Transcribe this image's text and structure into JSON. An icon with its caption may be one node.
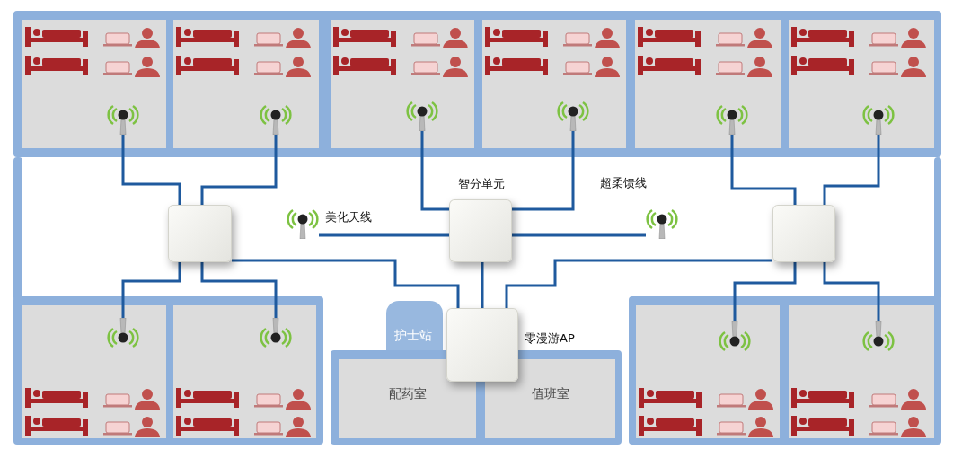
{
  "diagram": {
    "nodes": [
      {
        "text": [],
        "shape": "box"
      },
      {
        "text": [],
        "shape": "picture",
        "in": 0
      },
      {
        "text": [],
        "shape": "box"
      },
      {
        "text": [],
        "shape": "picture",
        "in": 2
      },
      {
        "text": [],
        "shape": "box"
      },
      {
        "text": [],
        "shape": "picture",
        "in": 4
      },
      {
        "text": [],
        "shape": "box"
      },
      {
        "text": [],
        "shape": "picture",
        "in": 6
      },
      {
        "text": [],
        "shape": "box"
      },
      {
        "text": [],
        "shape": "picture",
        "in": 8
      },
      {
        "text": [],
        "shape": "box"
      },
      {
        "text": [],
        "shape": "picture",
        "in": 10
      },
      {
        "text": [],
        "shape": "box"
      },
      {
        "text": [],
        "shape": "picture",
        "beside": [
          "美化天线"
        ]
      },
      {
        "text": [
          "智分单元"
        ]
      },
      {
        "text": [],
        "shape": "picture"
      },
      {
        "text": [],
        "shape": "box"
      },
      {
        "text": [
          "护士站"
        ]
      },
      {
        "text": [
          "零漫游AP"
        ]
      },
      {
        "text": [],
        "shape": "box"
      },
      {
        "text": [],
        "shape": "picture",
        "in": 19
      },
      {
        "text": [],
        "shape": "box"
      },
      {
        "text": [],
        "shape": "picture",
        "in": 21
      },
      {
        "text": [
          "配药室"
        ]
      },
      {
        "text": [
          "值班室"
        ]
      },
      {
        "text": [],
        "shape": "box"
      },
      {
        "text": [],
        "shape": "picture",
        "in": 25
      },
      {
        "text": [],
        "shape": "box"
      },
      {
        "text": [],
        "shape": "picture",
        "in": 27
      }
    ],
    "edges": [
      {
        "from": 1,
        "to": 12,
        "arrow": "none"
      },
      {
        "from": 3,
        "to": 12,
        "arrow": "none"
      },
      {
        "from": 12,
        "to": 20,
        "arrow": "none"
      },
      {
        "from": 12,
        "to": 22,
        "arrow": "none"
      },
      {
        "from": 12,
        "to": 18,
        "arrow": "none"
      },
      {
        "from": 5,
        "to": 14,
        "arrow": "none"
      },
      {
        "from": 7,
        "to": 14,
        "arrow": "none",
        "label": "超柔馈线"
      },
      {
        "from": 14,
        "to": 13,
        "arrow": "none"
      },
      {
        "from": 14,
        "to": 15,
        "arrow": "none"
      },
      {
        "from": 14,
        "to": 18,
        "arrow": "none"
      },
      {
        "from": 9,
        "to": 16,
        "arrow": "none"
      },
      {
        "from": 11,
        "to": 16,
        "arrow": "none"
      },
      {
        "from": 16,
        "to": 26,
        "arrow": "none"
      },
      {
        "from": 16,
        "to": 28,
        "arrow": "none"
      },
      {
        "from": 16,
        "to": 18,
        "arrow": "none"
      }
    ]
  }
}
